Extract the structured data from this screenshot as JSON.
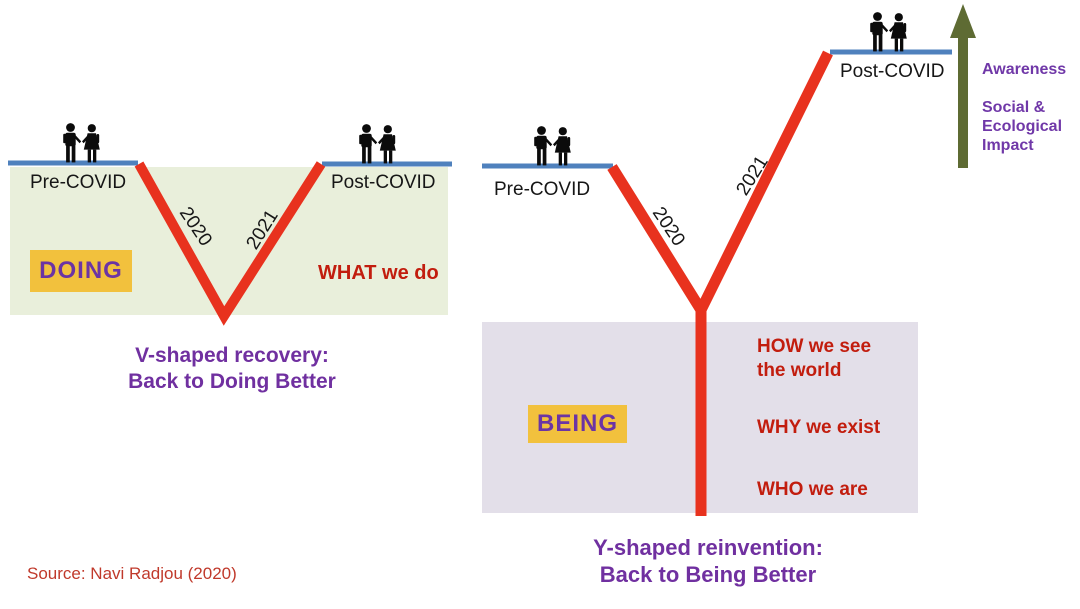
{
  "left_diagram": {
    "pre_covid": "Pre-COVID",
    "post_covid": "Post-COVID",
    "year_down": "2020",
    "year_up": "2021",
    "badge": "DOING",
    "annotation": "WHAT we do",
    "caption_line1": "V-shaped recovery:",
    "caption_line2": "Back to Doing Better"
  },
  "right_diagram": {
    "pre_covid": "Pre-COVID",
    "post_covid": "Post-COVID",
    "year_down": "2020",
    "year_up": "2021",
    "badge": "BEING",
    "annotation_how_line1": "HOW we see",
    "annotation_how_line2": "the world",
    "annotation_why": "WHY we exist",
    "annotation_who": "WHO we are",
    "caption_line1": "Y-shaped reinvention:",
    "caption_line2": "Back to Being Better"
  },
  "axis": {
    "label_top": "Awareness",
    "label_impact_line1": "Social &",
    "label_impact_line2": "Ecological",
    "label_impact_line3": "Impact"
  },
  "source": "Source: Navi Radjou (2020)",
  "colors": {
    "ground_line_blue": "#4f81bd",
    "trajectory_red": "#e8321e",
    "doing_area_green": "#e9efdb",
    "being_area_lavender": "#e3dfe9",
    "badge_yellow": "#f2c13d",
    "accent_purple": "#7030a0",
    "annotation_red": "#c21d0e",
    "axis_arrow_olive": "#5e6b33"
  }
}
